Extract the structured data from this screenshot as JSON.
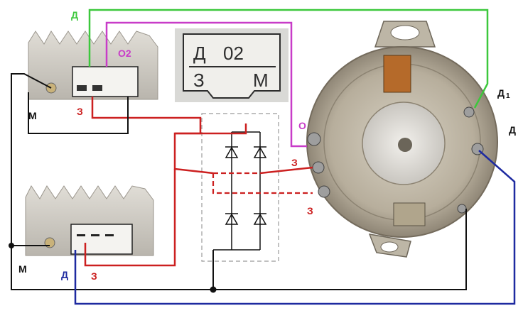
{
  "diagram": {
    "plate": {
      "line1_left": "Д",
      "line1_right": "02",
      "line2_left": "З",
      "line2_right": "М"
    },
    "regulator_top": {
      "terminal_label": "О2",
      "ground_label": "М",
      "wire_label": "З"
    },
    "regulator_bottom": {
      "ground_label": "М",
      "wire_label_d": "Д",
      "wire_label_z": "З"
    },
    "generator": {
      "label_o": "О",
      "label_d1": "Д",
      "label_d1_sub": "1",
      "label_d": "Д",
      "label_z1": "З",
      "label_z2": "З"
    },
    "top_wire_label": "Д",
    "colors": {
      "green": "#3cc83c",
      "magenta": "#c83cc8",
      "red": "#cc2020",
      "black": "#111111",
      "blue": "#1e2aa0"
    }
  }
}
